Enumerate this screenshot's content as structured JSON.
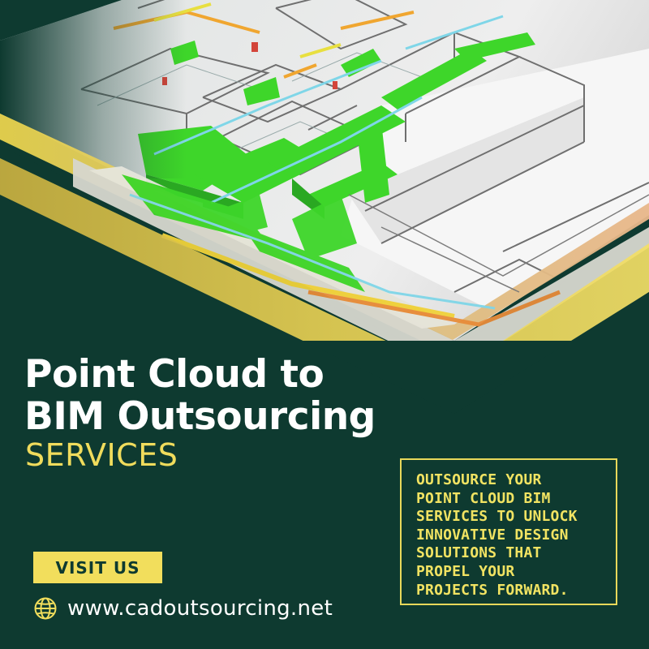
{
  "headline": {
    "line1": "Point Cloud to",
    "line2": "BIM Outsourcing",
    "line3": "SERVICES"
  },
  "tagline": {
    "lines": [
      "OUTSOURCE YOUR",
      "POINT CLOUD BIM",
      "SERVICES TO UNLOCK",
      "INNOVATIVE DESIGN",
      "SOLUTIONS THAT",
      "PROPEL YOUR",
      "PROJECTS FORWARD."
    ]
  },
  "cta": {
    "label": "VISIT US"
  },
  "website": {
    "icon": "globe-icon",
    "url": "www.cadoutsourcing.net"
  },
  "colors": {
    "background": "#0e3a30",
    "accent_yellow": "#f2de5c",
    "text_white": "#ffffff",
    "duct_green": "#3ed62a"
  }
}
